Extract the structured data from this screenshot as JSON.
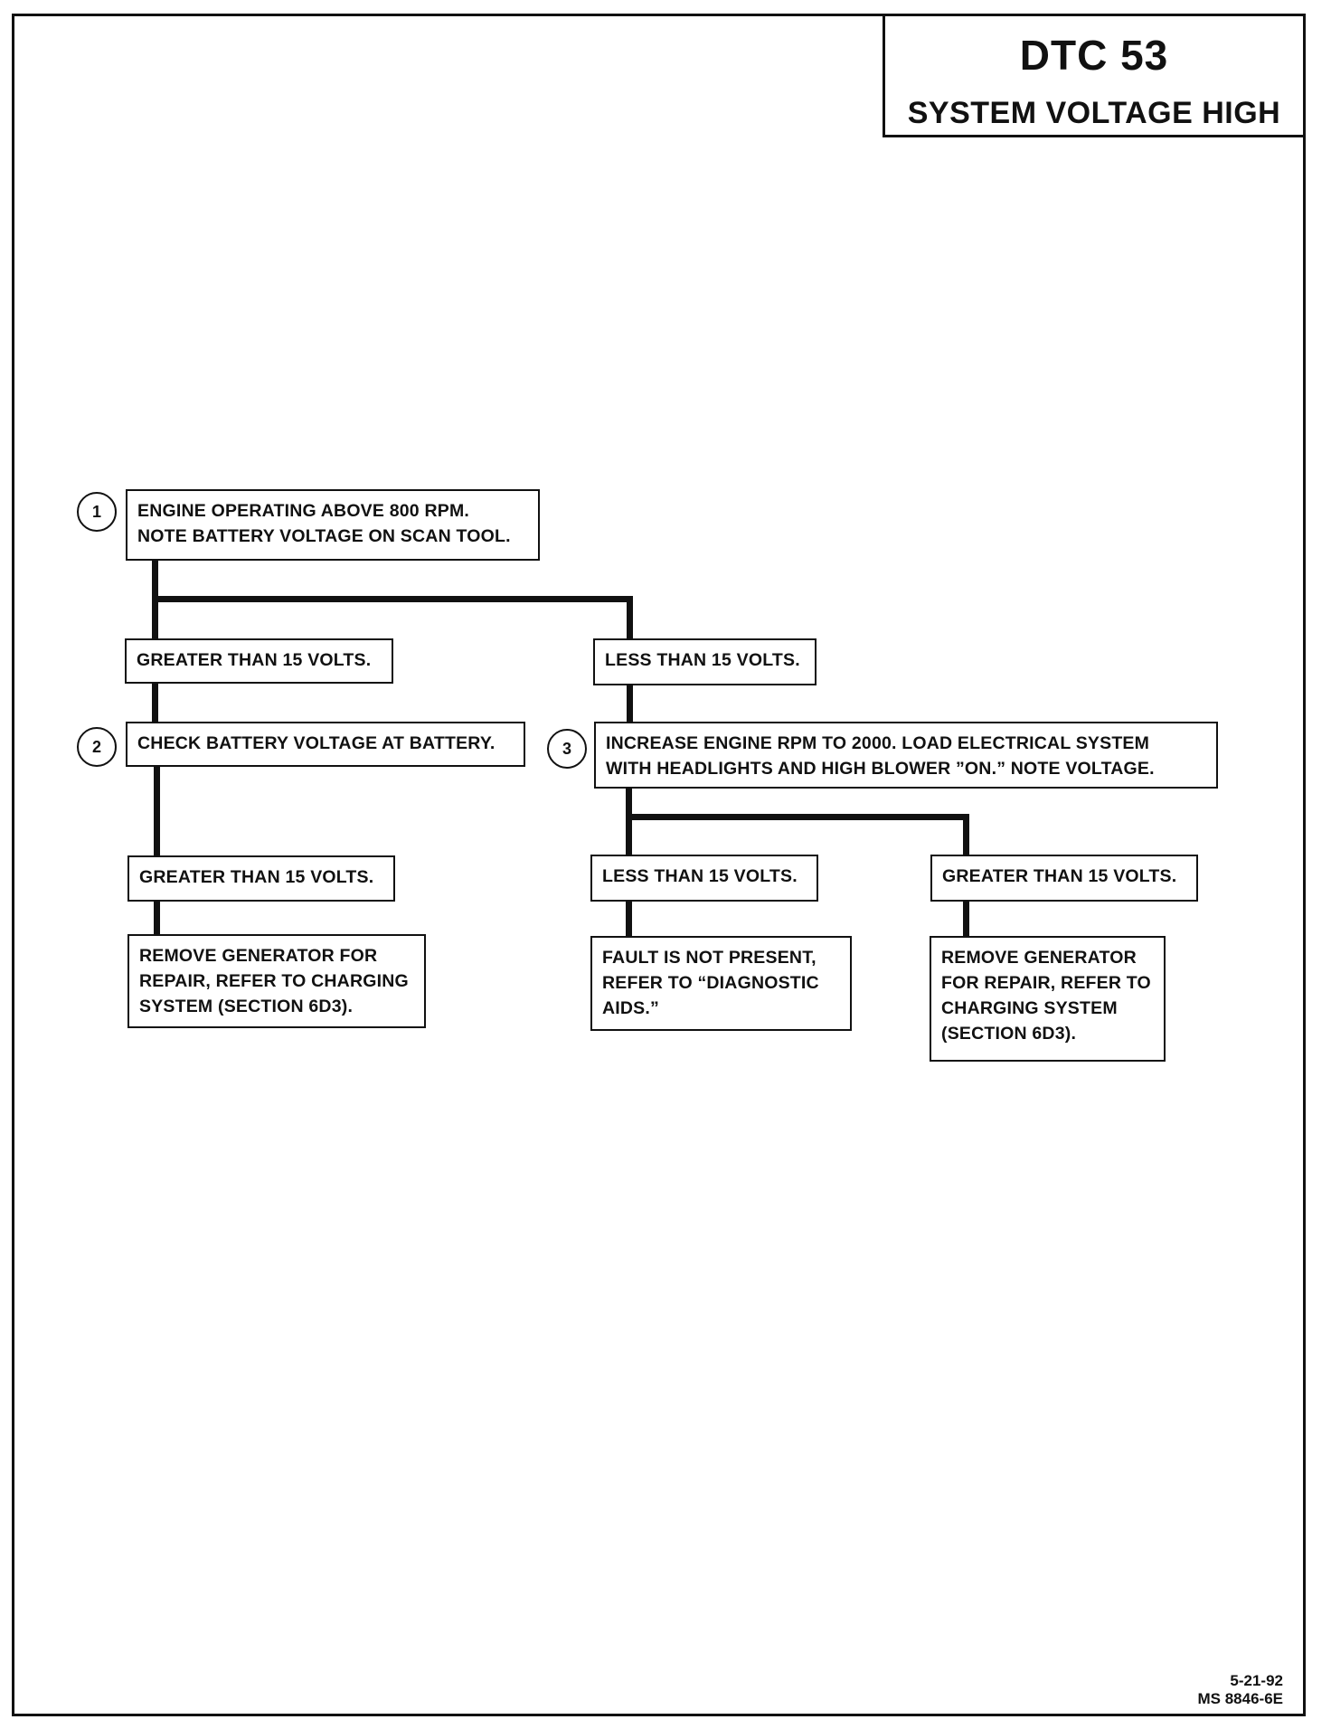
{
  "title": {
    "code": "DTC 53",
    "name": "SYSTEM VOLTAGE HIGH"
  },
  "steps": [
    {
      "number": "1",
      "lines": [
        "ENGINE OPERATING ABOVE 800 RPM.",
        "NOTE BATTERY VOLTAGE ON SCAN TOOL."
      ]
    },
    {
      "number": "2",
      "lines": [
        "CHECK BATTERY VOLTAGE AT BATTERY."
      ]
    },
    {
      "number": "3",
      "lines": [
        "INCREASE ENGINE RPM TO 2000.  LOAD ELECTRICAL SYSTEM",
        "WITH HEADLIGHTS AND HIGH BLOWER ”ON.”  NOTE VOLTAGE."
      ]
    }
  ],
  "branches": {
    "step1_greater": "GREATER THAN 15 VOLTS.",
    "step1_less": "LESS THAN 15 VOLTS.",
    "step2_greater": "GREATER THAN 15 VOLTS.",
    "step3_less": "LESS THAN 15 VOLTS.",
    "step3_greater": "GREATER THAN 15 VOLTS."
  },
  "results": {
    "remove_generator_a": [
      "REMOVE GENERATOR FOR",
      "REPAIR, REFER TO CHARGING",
      "SYSTEM (SECTION 6D3)."
    ],
    "fault_not_present": [
      "FAULT IS NOT PRESENT,",
      "REFER TO “DIAGNOSTIC",
      "AIDS.”"
    ],
    "remove_generator_b": [
      "REMOVE GENERATOR",
      "FOR REPAIR, REFER TO",
      "CHARGING SYSTEM",
      "(SECTION 6D3)."
    ]
  },
  "footer": {
    "date": "5-21-92",
    "ref": "MS 8846-6E"
  }
}
